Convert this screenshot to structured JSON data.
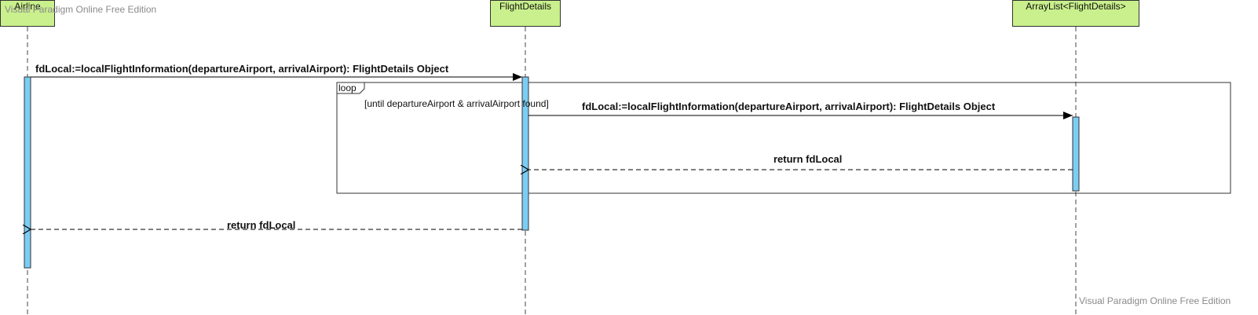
{
  "watermark": "Visual Paradigm Online Free Edition",
  "lifelines": {
    "airline": "Airline",
    "flight_details": "FlightDetails",
    "array_list": "ArrayList<FlightDetails>"
  },
  "fragment": {
    "operator": "loop",
    "guard": "[until departureAirport & arrivalAirport found]"
  },
  "messages": {
    "m1": "fdLocal:=localFlightInformation(departureAirport, arrivalAirport): FlightDetails Object",
    "m2": "fdLocal:=localFlightInformation(departureAirport, arrivalAirport): FlightDetails Object",
    "m3": "return fdLocal",
    "m4": "return fdLocal"
  },
  "colors": {
    "lifeline_head": "#c9f08c",
    "activation": "#7ccdf4"
  }
}
